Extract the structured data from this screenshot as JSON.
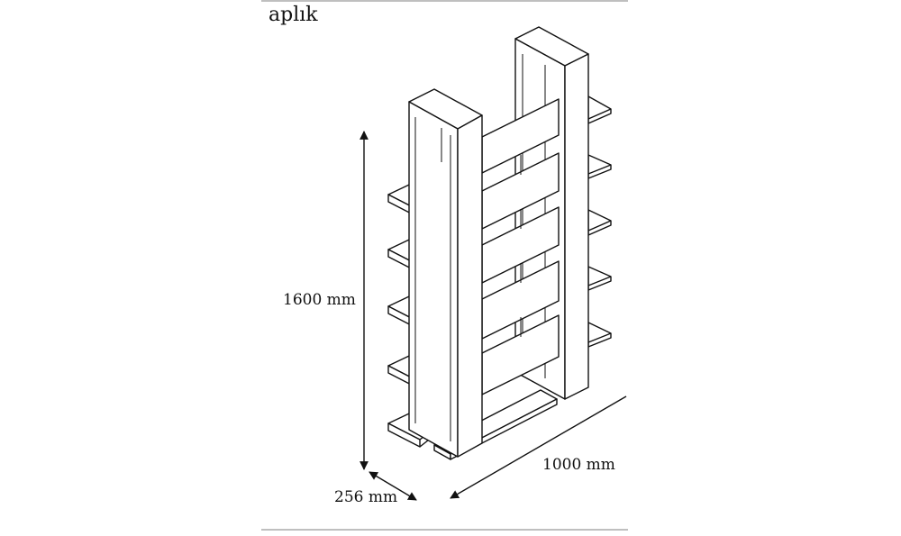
{
  "title": "aplık",
  "dimensions": {
    "height": "1600 mm",
    "width": "1000 mm",
    "depth": "256 mm"
  },
  "colors": {
    "line": "#111111",
    "frame": "#999999",
    "background": "#ffffff"
  }
}
